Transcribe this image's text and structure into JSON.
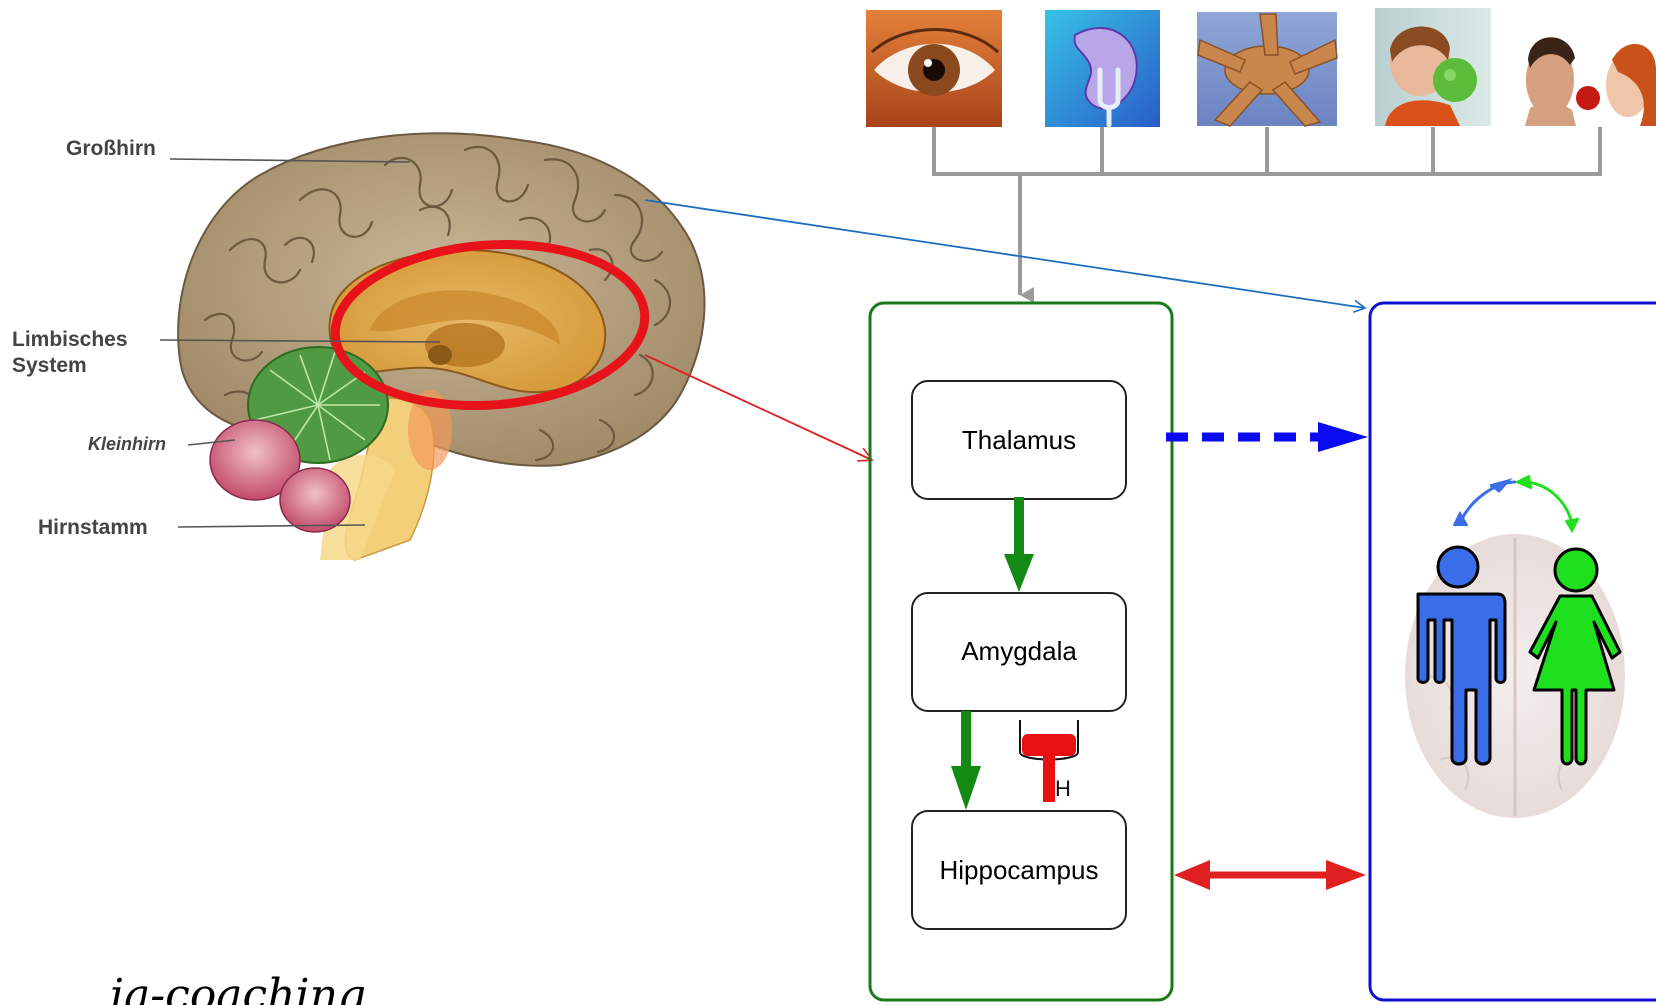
{
  "brain_labels": {
    "cerebrum": "Großhirn",
    "limbic_line1": "Limbisches",
    "limbic_line2": "System",
    "cerebellum": "Kleinhirn",
    "brainstem": "Hirnstamm"
  },
  "senses": [
    {
      "name": "eye-photo"
    },
    {
      "name": "ear-tuning-fork-photo"
    },
    {
      "name": "hands-touch-photo"
    },
    {
      "name": "child-smelling-apple-photo"
    },
    {
      "name": "couple-tasting-apple-photo"
    }
  ],
  "limbic_boxes": {
    "thalamus": "Thalamus",
    "amygdala": "Amygdala",
    "hippocampus": "Hippocampus"
  },
  "inhibitor_mark": "H",
  "footer_script": "ia-coaching",
  "colors": {
    "limbic_panel": "#1a7a1a",
    "cortex_panel": "#1010d0",
    "grey_connector": "#9a9a9a",
    "blue_arrow": "#1a6ec0",
    "red_arrow": "#e02020",
    "dashed_arrow": "#0a0af0",
    "green_arrow": "#138a13",
    "male_figure": "#3a6ee8",
    "female_figure": "#1ee01e",
    "highlight_ellipse": "#e8121a"
  }
}
